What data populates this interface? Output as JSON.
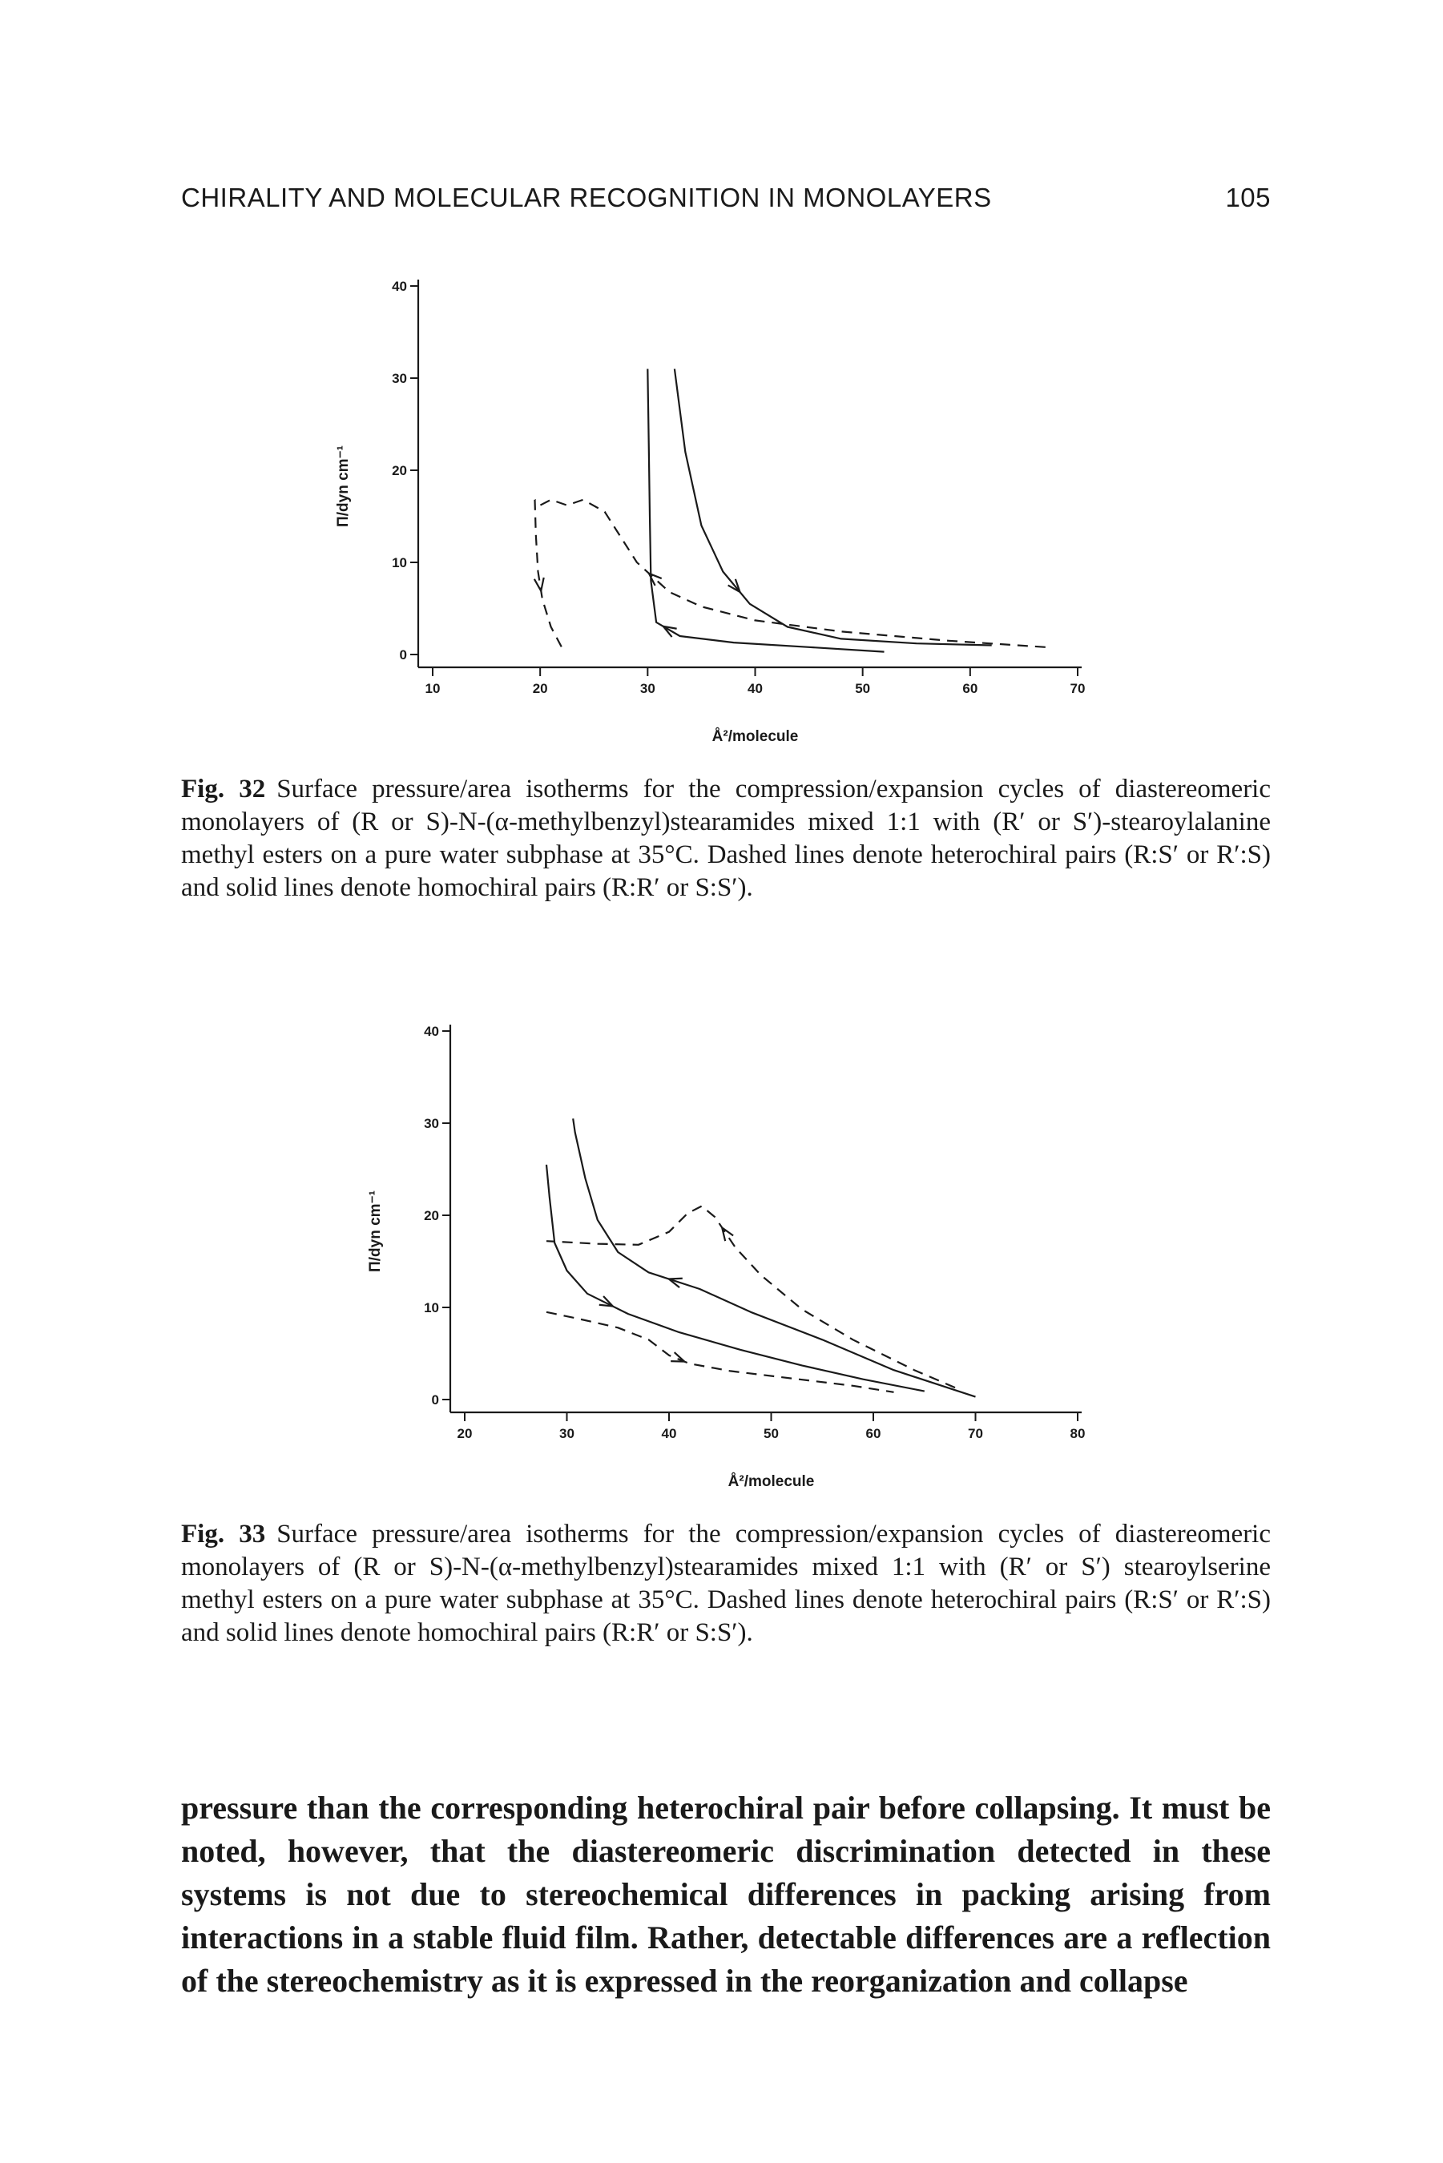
{
  "header": {
    "running_title": "CHIRALITY AND MOLECULAR RECOGNITION IN MONOLAYERS",
    "page_number": "105"
  },
  "figures": [
    {
      "number": "Fig. 32",
      "caption": "Surface pressure/area isotherms for the compression/expansion cycles of diastereomeric monolayers of (R or S)-N-(α-methylbenzyl)stearamides mixed 1:1 with (R′ or S′)-stearoylalanine methyl esters on a pure water subphase at 35°C. Dashed lines denote heterochiral pairs (R:S′ or R′:S) and solid lines denote homochiral pairs (R:R′ or S:S′).",
      "chart_data": {
        "type": "line",
        "xlabel": "Å²/molecule",
        "ylabel": "Π/dyn cm⁻¹",
        "xlim": [
          10,
          70
        ],
        "ylim": [
          0,
          40
        ],
        "xticks": [
          "10",
          "20",
          "30",
          "40",
          "50",
          "60",
          "70"
        ],
        "yticks": [
          "0",
          "10",
          "20",
          "30",
          "40"
        ],
        "series": [
          {
            "style": "solid",
            "segments": [
              {
                "direction": "compression",
                "points": [
                  [
                    52,
                    0.3
                  ],
                  [
                    45,
                    0.8
                  ],
                  [
                    38,
                    1.3
                  ],
                  [
                    33,
                    2.0
                  ],
                  [
                    30.8,
                    3.5
                  ],
                  [
                    30.3,
                    8
                  ],
                  [
                    30.2,
                    15
                  ],
                  [
                    30.1,
                    23
                  ],
                  [
                    30.0,
                    31
                  ]
                ]
              },
              {
                "direction": "expansion",
                "points": [
                  [
                    32.5,
                    31
                  ],
                  [
                    33.5,
                    22
                  ],
                  [
                    35,
                    14
                  ],
                  [
                    37,
                    9
                  ],
                  [
                    39.5,
                    5.5
                  ],
                  [
                    43,
                    3
                  ],
                  [
                    48,
                    1.7
                  ],
                  [
                    55,
                    1.2
                  ],
                  [
                    62,
                    1.0
                  ]
                ]
              }
            ]
          },
          {
            "style": "dashed",
            "segments": [
              {
                "direction": "compression",
                "points": [
                  [
                    67,
                    0.8
                  ],
                  [
                    58,
                    1.5
                  ],
                  [
                    48,
                    2.5
                  ],
                  [
                    40,
                    3.7
                  ],
                  [
                    35,
                    5.2
                  ],
                  [
                    32,
                    6.8
                  ],
                  [
                    29,
                    10
                  ],
                  [
                    26,
                    15.5
                  ],
                  [
                    24,
                    16.8
                  ],
                  [
                    22.5,
                    16.2
                  ],
                  [
                    21,
                    16.8
                  ],
                  [
                    20,
                    16.2
                  ],
                  [
                    19.5,
                    16.8
                  ]
                ]
              },
              {
                "direction": "expansion",
                "points": [
                  [
                    19.5,
                    16.8
                  ],
                  [
                    19.6,
                    13
                  ],
                  [
                    19.8,
                    9
                  ],
                  [
                    20.2,
                    6
                  ],
                  [
                    21,
                    3
                  ],
                  [
                    22,
                    0.8
                  ]
                ]
              }
            ]
          }
        ]
      }
    },
    {
      "number": "Fig. 33",
      "caption": "Surface pressure/area isotherms for the compression/expansion cycles of diastereomeric monolayers of (R or S)-N-(α-methylbenzyl)stearamides mixed 1:1 with (R′ or S′) stearoylserine methyl esters on a pure water subphase at 35°C. Dashed lines denote heterochiral pairs (R:S′ or R′:S) and solid lines denote homochiral pairs (R:R′ or S:S′).",
      "chart_data": {
        "type": "line",
        "xlabel": "Å²/molecule",
        "ylabel": "Π/dyn cm⁻¹",
        "xlim": [
          20,
          80
        ],
        "ylim": [
          0,
          40
        ],
        "xticks": [
          "20",
          "30",
          "40",
          "50",
          "60",
          "70",
          "80"
        ],
        "yticks": [
          "0",
          "10",
          "20",
          "30",
          "40"
        ],
        "series": [
          {
            "style": "solid",
            "segments": [
              {
                "direction": "compression",
                "points": [
                  [
                    70,
                    0.3
                  ],
                  [
                    62,
                    3.2
                  ],
                  [
                    55,
                    6.5
                  ],
                  [
                    48,
                    9.5
                  ],
                  [
                    43,
                    12
                  ],
                  [
                    38,
                    13.8
                  ],
                  [
                    35,
                    16
                  ],
                  [
                    33,
                    19.5
                  ],
                  [
                    31.8,
                    24
                  ],
                  [
                    30.8,
                    29
                  ],
                  [
                    30.6,
                    30.5
                  ]
                ]
              },
              {
                "direction": "expansion",
                "points": [
                  [
                    28,
                    25.5
                  ],
                  [
                    28.3,
                    22
                  ],
                  [
                    28.8,
                    17
                  ],
                  [
                    30,
                    14
                  ],
                  [
                    32,
                    11.5
                  ],
                  [
                    36,
                    9.3
                  ],
                  [
                    41,
                    7.3
                  ],
                  [
                    47,
                    5.4
                  ],
                  [
                    53,
                    3.7
                  ],
                  [
                    59,
                    2.2
                  ],
                  [
                    65,
                    0.9
                  ]
                ]
              }
            ]
          },
          {
            "style": "dashed",
            "segments": [
              {
                "direction": "compression",
                "points": [
                  [
                    68,
                    1.3
                  ],
                  [
                    64,
                    3.2
                  ],
                  [
                    58,
                    6.5
                  ],
                  [
                    53,
                    9.8
                  ],
                  [
                    49,
                    13.5
                  ],
                  [
                    46.5,
                    16.5
                  ],
                  [
                    44.5,
                    19.8
                  ],
                  [
                    43.2,
                    21
                  ],
                  [
                    41.8,
                    20.2
                  ],
                  [
                    40,
                    18.2
                  ],
                  [
                    37,
                    16.8
                  ],
                  [
                    33,
                    16.9
                  ],
                  [
                    28,
                    17.2
                  ]
                ]
              },
              {
                "direction": "expansion",
                "points": [
                  [
                    28,
                    9.5
                  ],
                  [
                    31,
                    8.8
                  ],
                  [
                    35,
                    7.8
                  ],
                  [
                    38,
                    6.5
                  ],
                  [
                    40,
                    4.8
                  ],
                  [
                    42,
                    3.9
                  ],
                  [
                    46,
                    3.1
                  ],
                  [
                    52,
                    2.3
                  ],
                  [
                    58,
                    1.5
                  ],
                  [
                    62,
                    0.8
                  ]
                ]
              }
            ]
          }
        ]
      }
    }
  ],
  "body_text": "pressure than the corresponding heterochiral pair before collapsing. It must be noted, however, that the diastereomeric discrimination detected in these systems is not due to stereochemical differences in packing arising from interactions in a stable fluid film. Rather, detectable differences are a reflection of the stereochemistry as it is expressed in the reorganization and collapse"
}
